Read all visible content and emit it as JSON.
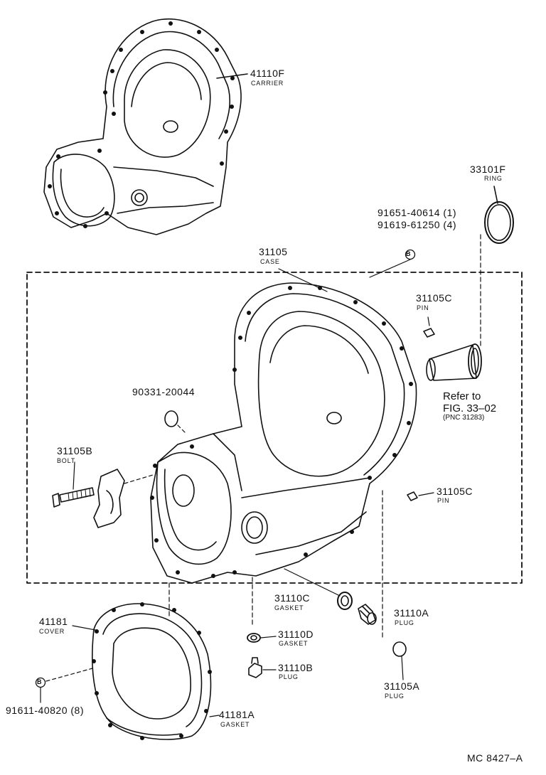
{
  "parts": {
    "carrier": {
      "number": "41110F",
      "name": "CARRIER"
    },
    "ring": {
      "number": "33101F",
      "name": "RING"
    },
    "bolts_b": {
      "line1": "91651-40614 (1)",
      "line2": "91619-61250 (4)",
      "marker": "B"
    },
    "case": {
      "number": "31105",
      "name": "CASE"
    },
    "pin_top": {
      "number": "31105C",
      "name": "PIN"
    },
    "plug_90331": {
      "number": "90331-20044"
    },
    "refer": {
      "line1": "Refer to",
      "line2": "FIG. 33–02",
      "line3": "(PNC 31283)"
    },
    "bolt": {
      "number": "31105B",
      "name": "BOLT"
    },
    "pin_right": {
      "number": "31105C",
      "name": "PIN"
    },
    "gasket_c": {
      "number": "31110C",
      "name": "GASKET"
    },
    "plug_a": {
      "number": "31110A",
      "name": "PLUG"
    },
    "cover": {
      "number": "41181",
      "name": "COVER"
    },
    "gasket_d": {
      "number": "31110D",
      "name": "GASKET"
    },
    "plug_b": {
      "number": "31110B",
      "name": "PLUG"
    },
    "plug_105a": {
      "number": "31105A",
      "name": "PLUG"
    },
    "bolt_cover": {
      "number": "91611-40820 (8)",
      "marker": "B"
    },
    "cover_gasket": {
      "number": "41181A",
      "name": "GASKET"
    }
  },
  "footer": {
    "code": "MC 8427–A"
  }
}
